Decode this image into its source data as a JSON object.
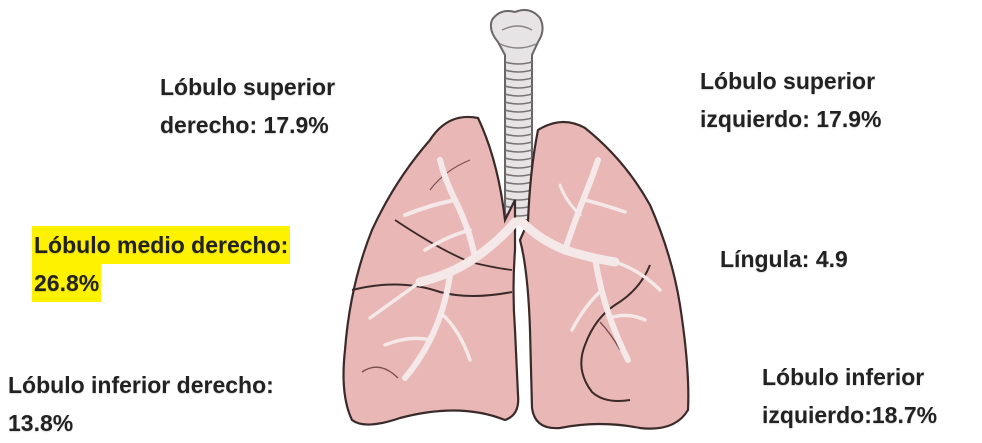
{
  "colors": {
    "lung_fill": "#e9b7b5",
    "lung_stroke": "#3a2a2a",
    "bronchi": "#f4e9e8",
    "trachea_fill": "#e6e4e4",
    "highlight": "#fff200"
  },
  "labels": {
    "right_upper": {
      "line1": "Lóbulo superior",
      "line2": "derecho: 17.9%"
    },
    "left_upper": {
      "line1": "Lóbulo superior",
      "line2": "izquierdo: 17.9%"
    },
    "right_middle": {
      "line1": "Lóbulo medio derecho:",
      "line2": "26.8%",
      "highlighted": true
    },
    "lingula": {
      "line1": "Língula: 4.9"
    },
    "right_lower": {
      "line1": "Lóbulo inferior derecho:",
      "line2": "13.8%"
    },
    "left_lower": {
      "line1": "Lóbulo inferior",
      "line2": "izquierdo:18.7%"
    }
  }
}
